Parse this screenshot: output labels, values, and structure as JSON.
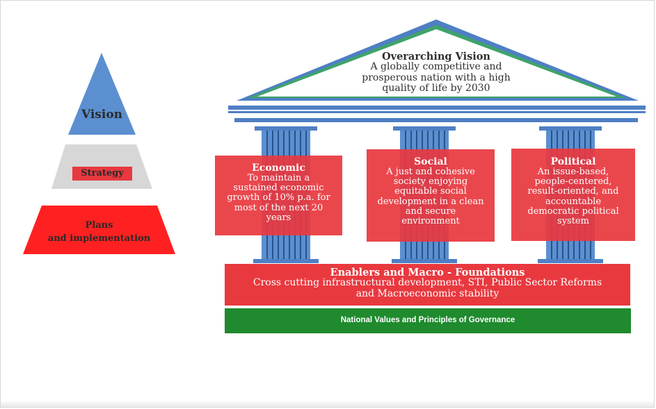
{
  "pyramid": {
    "vision": "Vision",
    "strategy": "Strategy",
    "plans_line1": "Plans",
    "plans_line2": "and implementation"
  },
  "roof": {
    "title": "Overarching Vision",
    "line1": "A globally competitive and",
    "line2": "prosperous nation with a high",
    "line3": "quality of life by 2030"
  },
  "pillars": {
    "economic": {
      "title": "Economic",
      "lines": [
        "To maintain a",
        "sustained economic",
        "growth of 10% p.a. for",
        "most of the next 20",
        "years"
      ]
    },
    "social": {
      "title": "Social",
      "lines": [
        "A just and cohesive",
        "society enjoying",
        "equitable social",
        "development in a clean",
        "and secure",
        "environment"
      ]
    },
    "political": {
      "title": "Political",
      "lines": [
        "An issue-based,",
        "people-centered,",
        "result-oriented, and",
        "accountable",
        "democratic political",
        "system"
      ]
    }
  },
  "foundation": {
    "title": "Enablers and Macro - Foundations",
    "line1": "Cross cutting infrastructural development, STI, Public Sector Reforms",
    "line2": "and Macroeconomic stability"
  },
  "governance": {
    "label": "National Values and Principles of Governance"
  },
  "colors": {
    "red": "#e8393f",
    "blue": "#4f7fc4",
    "green": "#1f8a2e",
    "roof_green": "#3fa36a",
    "gray": "#d9d9d9"
  }
}
